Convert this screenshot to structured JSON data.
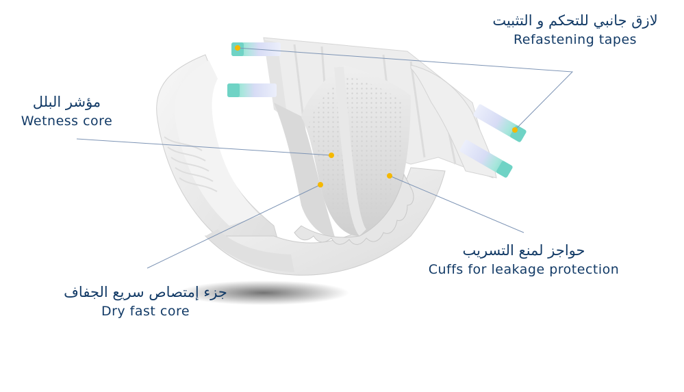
{
  "labels": {
    "refastening_tapes": {
      "arabic": "لازق جانبي للتحكم و التثبيت",
      "english": "Refastening tapes"
    },
    "wetness_core": {
      "arabic": "مؤشر البلل",
      "english": "Wetness core"
    },
    "cuffs": {
      "arabic": "حواجز لمنع التسريب",
      "english": "Cuffs for leakage protection"
    },
    "dry_fast_core": {
      "arabic": "جزء إمتصاص سريع الجفاف",
      "english": "Dry fast core"
    }
  },
  "colors": {
    "label_text": "#123a66",
    "leader_line": "#7c93b4",
    "marker_dot": "#f5b800",
    "tape_teal": "#6fd3c5",
    "tape_blue": "#d7dcf5"
  }
}
